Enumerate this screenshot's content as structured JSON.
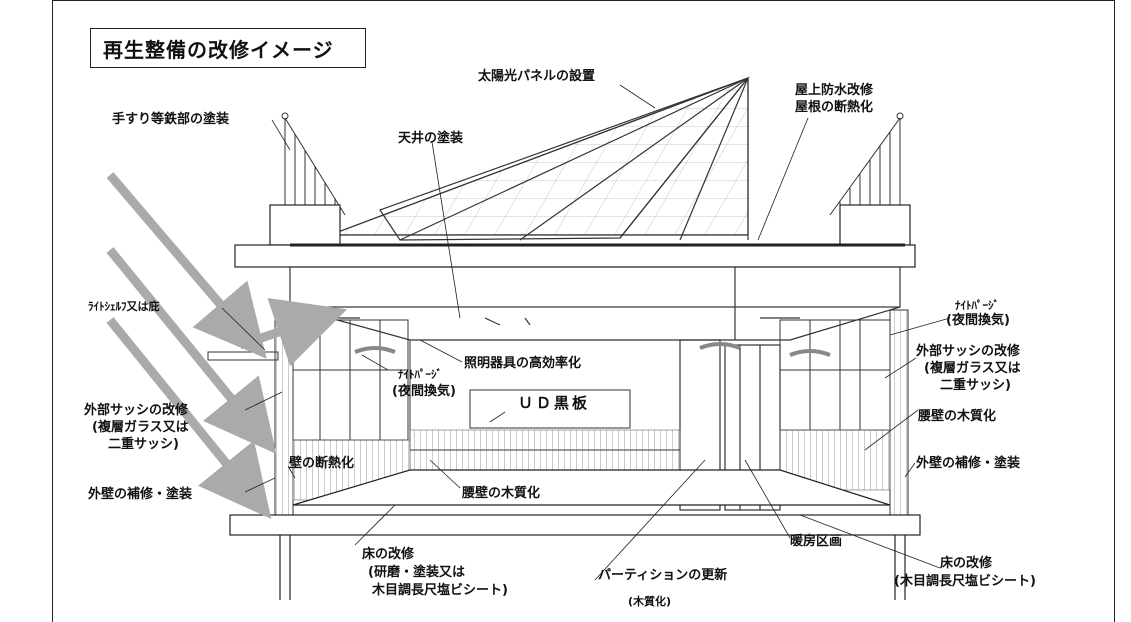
{
  "title": "再生整備の改修イメージ",
  "labels": {
    "solar": "太陽光パネルの設置",
    "roof_line1": "屋上防水改修",
    "roof_line2": "屋根の断熱化",
    "handrail": "手すり等鉄部の塗装",
    "ceiling": "天井の塗装",
    "lightshelf": "ﾗｲﾄｼｪﾙﾌ又は庇",
    "nightpurge_right_line1": "ﾅｲﾄﾊﾟｰｼﾞ",
    "nightpurge_right_line2": "(夜間換気)",
    "lighting": "照明器具の高効率化",
    "nightpurge_left_line1": "ﾅｲﾄﾊﾟｰｼﾞ",
    "nightpurge_left_line2": "(夜間換気)",
    "sash_right_line1": "外部サッシの改修",
    "sash_right_line2": "(複層ガラス又は",
    "sash_right_line3": "二重サッシ)",
    "ud_board": "ＵＤ黒板",
    "sash_left_line1": "外部サッシの改修",
    "sash_left_line2": "(複層ガラス又は",
    "sash_left_line3": "二重サッシ)",
    "wainscot_right": "腰壁の木質化",
    "wall_insulation": "壁の断熱化",
    "wall_repair_right": "外壁の補修・塗装",
    "wall_repair_left": "外壁の補修・塗装",
    "wainscot_center": "腰壁の木質化",
    "heating_zone": "暖房区画",
    "floor_left_line1": "床の改修",
    "floor_left_line2": "(研磨・塗装又は",
    "floor_left_line3": "木目調長尺塩ビシート)",
    "floor_right_line1": "床の改修",
    "floor_right_line2": "(木目調長尺塩ビシート)",
    "partition": "パーティションの更新",
    "partition_note": "(木質化)"
  }
}
